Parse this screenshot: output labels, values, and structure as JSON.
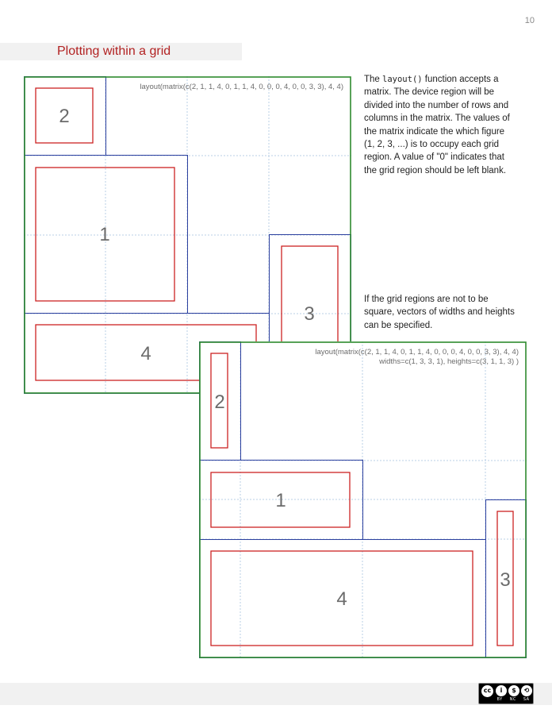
{
  "page_number": "10",
  "title": "Plotting within a grid",
  "paragraph1": {
    "prefix": "The ",
    "code": "layout()",
    "suffix": " function accepts a matrix. The device region will be divided into the number of rows and columns in the matrix. The values of the matrix indicate the which figure (1, 2, 3, ...) is to occupy each grid region. A value of \"0\" indicates that the grid region should be left blank."
  },
  "paragraph2": "If the grid regions are not to be square, vectors of widths and heights can be specified.",
  "figure1": {
    "call": "layout(matrix(c(2, 1, 1, 4,  0, 1, 1, 4,  0, 0, 0, 4,  0, 0, 3, 3), 4, 4)",
    "labels": [
      "1",
      "2",
      "3",
      "4"
    ]
  },
  "figure2": {
    "call_line1": "layout(matrix(c(2, 1, 1, 4,  0, 1, 1, 4,  0, 0, 0, 4,  0, 0, 3, 3),  4, 4)",
    "call_line2": "widths=c(1, 3, 3, 1), heights=c(3, 1, 1, 3) )",
    "labels": [
      "1",
      "2",
      "3",
      "4"
    ]
  },
  "license_badge": {
    "glyphs": [
      "cc",
      "i",
      "$",
      "⟲"
    ],
    "labels": [
      "BY",
      "NC",
      "SA"
    ]
  },
  "colors": {
    "title": "#b22222",
    "frame": "#2e8b2e",
    "region": "#2b3f9e",
    "plot": "#cc2222",
    "grid": "#b9cfe6",
    "label": "#6b6b6b"
  }
}
